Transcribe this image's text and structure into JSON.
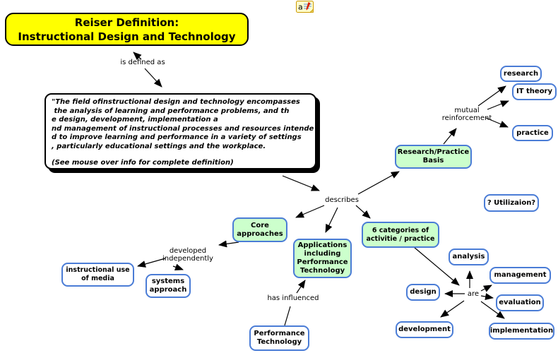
{
  "colors": {
    "title_fill": "#ffff00",
    "green_node_fill": "#ccffcc",
    "white_node_fill": "#ffffff",
    "node_border_blue": "#4a7cd6",
    "title_border": "#000000",
    "line_color": "#000000",
    "note_icon_fill": "#ffffcc"
  },
  "icon": {
    "letter": "a"
  },
  "nodes": {
    "title": {
      "line1": "Reiser Definition:",
      "line2": "Instructional Design and Technology"
    },
    "definition": {
      "line1": "\"The field ofinstructional design and technology encompasses",
      "line2": " the analysis of learning and performance problems, and th",
      "line3": "e design, development, implementation a",
      "line4": "nd management of instructional processes and resources intende",
      "line5": "d to improve learning and performance in a variety of settings",
      "line6": ", particularly educational settings and the workplace.",
      "line7": "(See mouse over info for complete definition)"
    },
    "research_practice_basis": {
      "line1": "Research/Practice",
      "line2": "Basis"
    },
    "research": {
      "line1": "research"
    },
    "it_theory": {
      "line1": "IT theory"
    },
    "practice": {
      "line1": "practice"
    },
    "utilization": {
      "line1": "? Utilizaion?"
    },
    "core_approaches": {
      "line1": "Core",
      "line2": "approaches"
    },
    "six_categories": {
      "line1": "6 categories of",
      "line2": "activitie / practice"
    },
    "applications": {
      "line1": "Applications",
      "line2": "including",
      "line3": "Performance",
      "line4": "Technology"
    },
    "instructional_use_of_media": {
      "line1": "instructional use",
      "line2": "of media"
    },
    "systems_approach": {
      "line1": "systems",
      "line2": "approach"
    },
    "performance_technology": {
      "line1": "Performance",
      "line2": "Technology"
    },
    "analysis": {
      "line1": "analysis"
    },
    "design": {
      "line1": "design"
    },
    "management": {
      "line1": "management"
    },
    "evaluation": {
      "line1": "evaluation"
    },
    "development": {
      "line1": "development"
    },
    "implementation": {
      "line1": "implementation"
    }
  },
  "links": {
    "is_defined_as": "is defined as",
    "describes": "describes",
    "mutual_reinforcement_line1": "mutual",
    "mutual_reinforcement_line2": "reinforcement",
    "developed_independently_line1": "developed",
    "developed_independently_line2": "independently",
    "has_influenced": "has influenced",
    "are": "are"
  }
}
